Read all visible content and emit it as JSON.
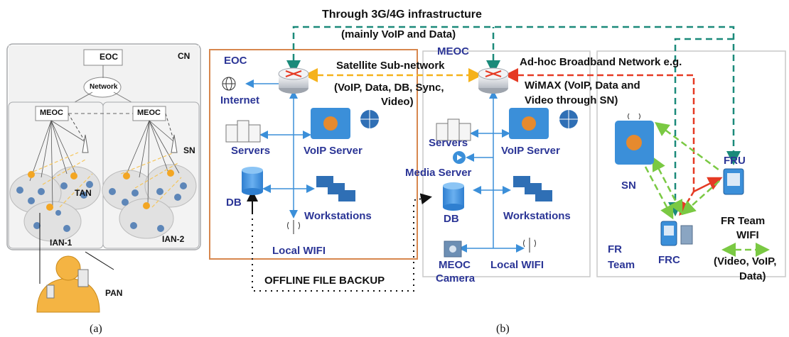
{
  "panel_a": {
    "cn": "CN",
    "eoc": "EOC",
    "network": "Network",
    "meoc_left": "MEOC",
    "meoc_right": "MEOC",
    "sn": "SN",
    "tan": "TAN",
    "ian1": "IAN-1",
    "ian2": "IAN-2",
    "pan": "PAN",
    "caption": "(a)"
  },
  "panel_b": {
    "top_label_1": "Through 3G/4G infrastructure",
    "top_label_2": "(mainly VoIP and Data)",
    "eoc": "EOC",
    "internet": "Internet",
    "servers_left": "Servers",
    "voip_left": "VoIP Server",
    "db_left": "DB",
    "workstations_left": "Workstations",
    "local_wifi_left": "Local WIFI",
    "satellite_1": "Satellite Sub-network",
    "satellite_2": "(VoIP, Data, DB, Sync,",
    "satellite_3": "Video)",
    "meoc": "MEOC",
    "servers_mid": "Servers",
    "voip_mid": "VoIP Server",
    "media_server": "Media Server",
    "db_mid": "DB",
    "workstations_mid": "Workstations",
    "meoc_camera_1": "MEOC",
    "meoc_camera_2": "Camera",
    "local_wifi_mid": "Local WIFI",
    "adhoc_1": "Ad-hoc Broadband Network e.g.",
    "adhoc_2": "WiMAX (VoIP, Data and",
    "adhoc_3": "Video through SN)",
    "sn": "SN",
    "fru": "FRU",
    "fr_team_1": "FR",
    "fr_team_2": "Team",
    "frc": "FRC",
    "fr_wifi_1": "FR Team",
    "fr_wifi_2": "WIFI",
    "fr_wifi_3": "(Video, VoIP,",
    "fr_wifi_4": "Data)",
    "offline_backup": "OFFLINE FILE BACKUP",
    "caption": "(b)"
  },
  "colors": {
    "label_blue": "#2b3596",
    "eoc_border": "#d7874e",
    "teal_link": "#1b8a7a",
    "orange_link": "#f5b21c",
    "red_link": "#e53a24",
    "green_link": "#7ac943",
    "device_blue": "#3b8fd9"
  }
}
